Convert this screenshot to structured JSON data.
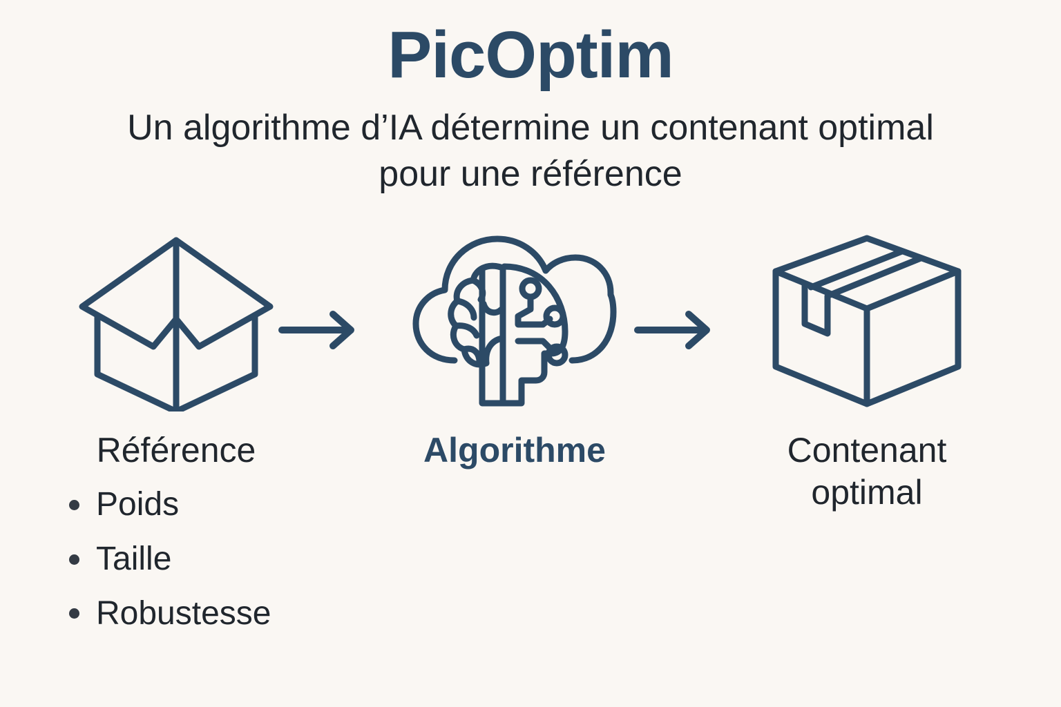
{
  "page": {
    "title": "PicOptim",
    "subtitle": "Un algorithme d’IA détermine un contenant optimal pour une référence",
    "background_color": "#FAF7F3",
    "accent_color": "#2C4A66",
    "text_color": "#20262D"
  },
  "flow": {
    "steps": [
      {
        "id": "reference",
        "label": "Référence",
        "icon": "open-box-icon",
        "emphasis": "normal"
      },
      {
        "id": "algorithme",
        "label": "Algorithme",
        "icon": "ai-brain-cloud-icon",
        "emphasis": "bold"
      },
      {
        "id": "contenant-optimal",
        "label": "Contenant\noptimal",
        "label_line1": "Contenant",
        "label_line2": "optimal",
        "icon": "closed-box-icon",
        "emphasis": "normal"
      }
    ],
    "connectors": [
      {
        "id": "arrow-1",
        "icon": "arrow-right-icon"
      },
      {
        "id": "arrow-2",
        "icon": "arrow-right-icon"
      }
    ]
  },
  "reference_attributes": {
    "items": [
      {
        "label": "Poids"
      },
      {
        "label": "Taille"
      },
      {
        "label": "Robustesse"
      }
    ]
  }
}
